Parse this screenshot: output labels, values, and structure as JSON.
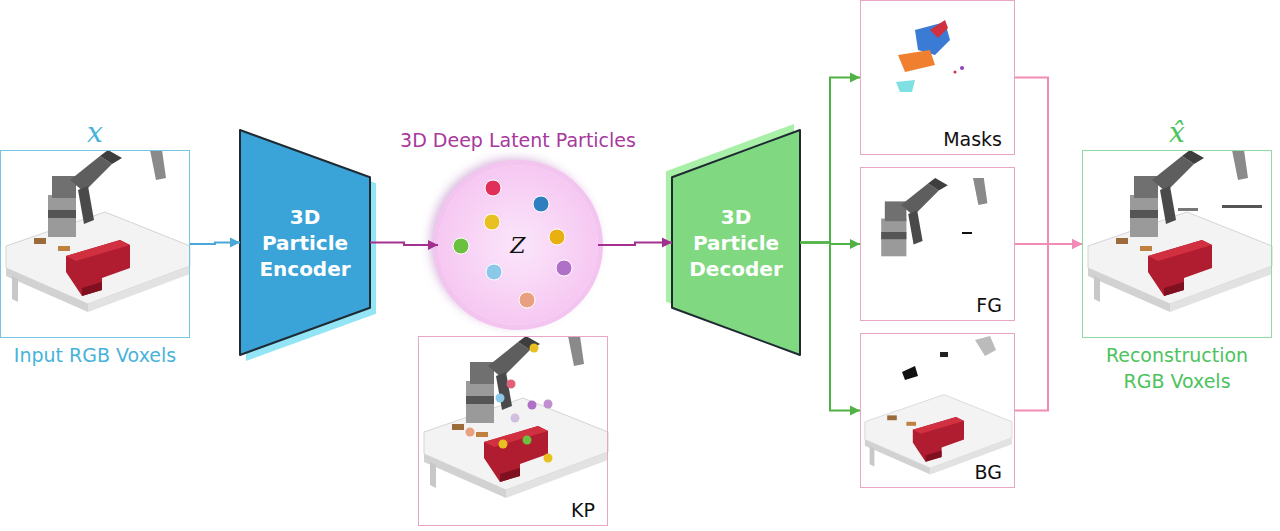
{
  "diagram": {
    "nodes": [
      {
        "text": [
          "x",
          "Input RGB Voxels"
        ]
      },
      {
        "text": [
          "3D Particle Encoder"
        ]
      },
      {
        "text": [
          "3D Deep Latent Particles",
          "Z"
        ]
      },
      {
        "text": [
          "KP"
        ]
      },
      {
        "text": [
          "3D Particle Decoder"
        ]
      },
      {
        "text": [
          "Masks"
        ]
      },
      {
        "text": [
          "FG"
        ]
      },
      {
        "text": [
          "BG"
        ]
      },
      {
        "text": [
          "x̂",
          "Reconstruction RGB Voxels"
        ]
      }
    ],
    "edges": [
      {
        "from": 0,
        "to": 1,
        "arrow": "to"
      },
      {
        "from": 1,
        "to": 2,
        "arrow": "to"
      },
      {
        "from": 2,
        "to": 4,
        "arrow": "to"
      },
      {
        "from": 4,
        "to": 5,
        "arrow": "to"
      },
      {
        "from": 4,
        "to": 6,
        "arrow": "to"
      },
      {
        "from": 4,
        "to": 7,
        "arrow": "to"
      },
      {
        "from": 5,
        "to": 8,
        "arrow": "to"
      },
      {
        "from": 6,
        "to": 8,
        "arrow": "to"
      },
      {
        "from": 7,
        "to": 8,
        "arrow": "to"
      }
    ]
  }
}
